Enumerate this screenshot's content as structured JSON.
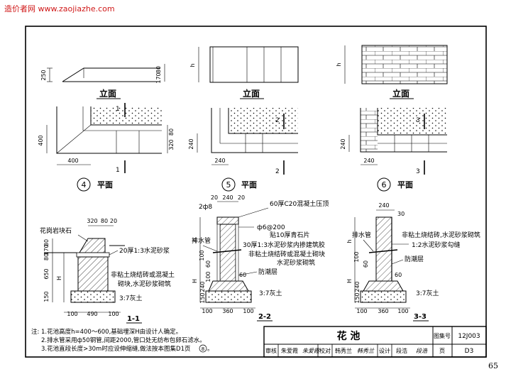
{
  "watermark": {
    "site_name": "造价者网",
    "url": "www.zaojiazhe.com"
  },
  "page_number": "65",
  "row1": {
    "elevation_label": "立面",
    "plan_label": "平面",
    "d4": {
      "number": "4",
      "dim_250": "250",
      "dim_80": "80",
      "dim_170": "170",
      "dim_400v": "400",
      "dim_320": "320",
      "dim_80b": "80",
      "dim_400h": "400",
      "cut": "1"
    },
    "d5": {
      "number": "5",
      "dim_h": "h",
      "dim_240v": "240",
      "dim_240h": "240",
      "cut": "2"
    },
    "d6": {
      "number": "6",
      "dim_h": "h",
      "dim_240v": "240",
      "dim_240h": "240",
      "cut": "3"
    }
  },
  "s11": {
    "label": "1-1",
    "granite": "花岗岩块石",
    "top_dims": [
      "320",
      "80",
      "20"
    ],
    "mortar": "20厚1:3水泥砂浆",
    "wall_note1": "非粘土烧结砖或混凝土",
    "wall_note2": "砌块,水泥砂浆砌筑",
    "lime": "3:7灰土",
    "left_dims": [
      "80",
      "170",
      "80",
      "650",
      "150"
    ],
    "dim_H": "H",
    "bottom_dims": [
      "100",
      "490",
      "100"
    ]
  },
  "s22": {
    "label": "2-2",
    "rebar": "2ф8",
    "top_dims": [
      "20",
      "240",
      "20"
    ],
    "cap": "60厚C20混凝土压顶",
    "phi": "ф6@200",
    "h_marks": [
      "h",
      "100"
    ],
    "stone": "贴10厚青石片",
    "mortar": "30厚1:3水泥砂浆内掺建筑胶",
    "brick1": "非粘土烧结砖或混凝土砌块",
    "brick2": "水泥砂浆砌筑",
    "drain": "排水管",
    "damp": "防潮层",
    "lime": "3:7灰土",
    "dims": [
      "60",
      "100",
      "60",
      "H",
      "240",
      "150"
    ],
    "bottom_dims": [
      "100",
      "360",
      "100"
    ]
  },
  "s33": {
    "label": "3-3",
    "top_dim": "240",
    "top_dim2": "30",
    "brick": "非粘土烧结砖,水泥砂浆砌筑",
    "joint": "1:2水泥砂浆勾缝",
    "drain": "排水管",
    "damp": "防潮层",
    "lime": "3:7灰土",
    "dims": [
      "h",
      "100",
      "60",
      "60",
      "H",
      "240",
      "150"
    ],
    "bottom_dims": [
      "100",
      "360",
      "100"
    ]
  },
  "notes": {
    "title": "注:",
    "n1": "1.花池高度h=400～600,基础埋深H由设计人确定。",
    "n2": "2.排水管采用ф50钢管,间距2000,管口处无纺布包卵石滤水。",
    "n3_text": "3.花池直段长度>30m时应设伸缩缝,做法按本图集D1页",
    "n3_ref": "8",
    "n3_end": "。"
  },
  "title_block": {
    "title": "花 池",
    "atlas_label": "图集号",
    "atlas_no": "12J003",
    "review": "审核",
    "reviewer": "朱爱霞",
    "check": "校对",
    "checker": "韩秀兰",
    "design": "设计",
    "designer": "段浩",
    "page_label": "页",
    "page": "D3"
  }
}
